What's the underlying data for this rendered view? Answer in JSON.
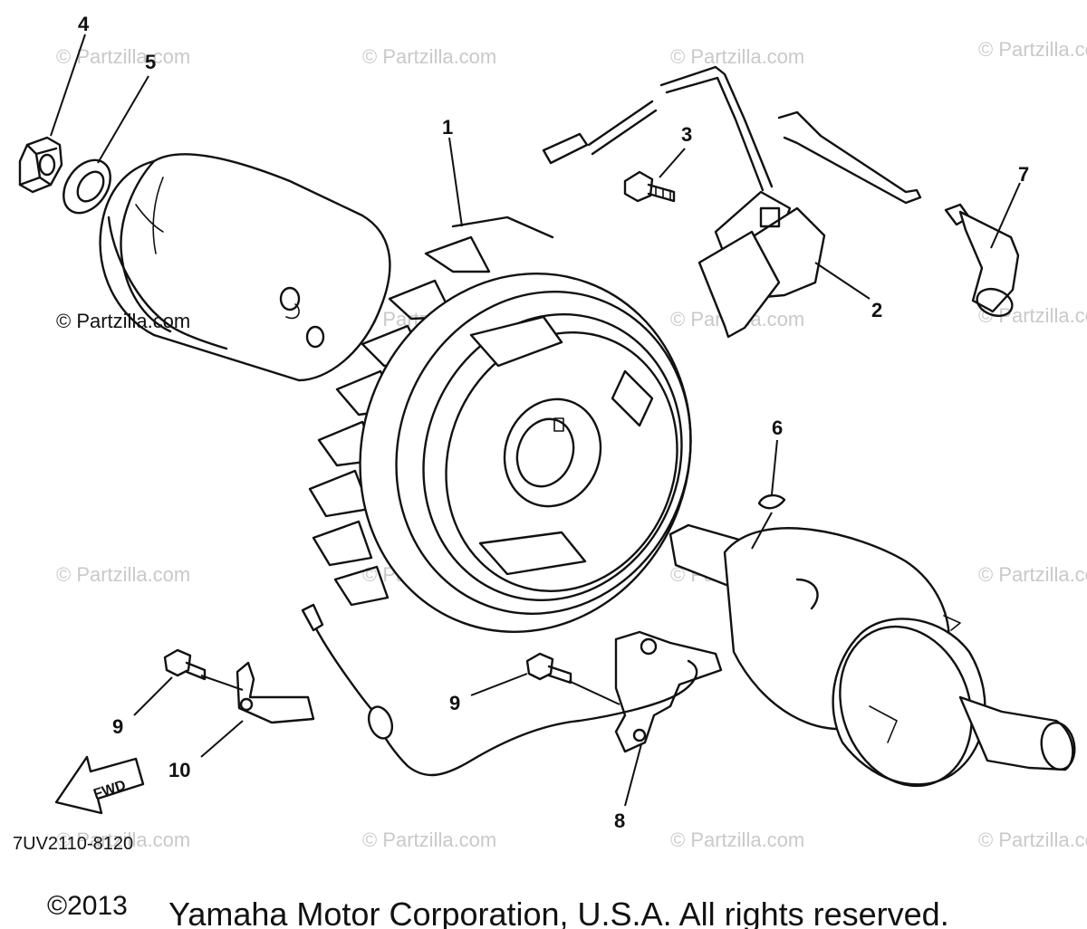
{
  "watermark": "© Partzilla.com",
  "side_watermark": "© Partzilla.com",
  "reference_code": "7UV2110-8120",
  "copyright_year": "©2013",
  "copyright_text": "Yamaha Motor Corporation, U.S.A. All rights reserved.",
  "fwd_label": "FWD",
  "callouts": {
    "c1": "1",
    "c2": "2",
    "c3": "3",
    "c4": "4",
    "c5": "5",
    "c6": "6",
    "c7": "7",
    "c8": "8",
    "c9a": "9",
    "c9b": "9",
    "c10": "10"
  }
}
